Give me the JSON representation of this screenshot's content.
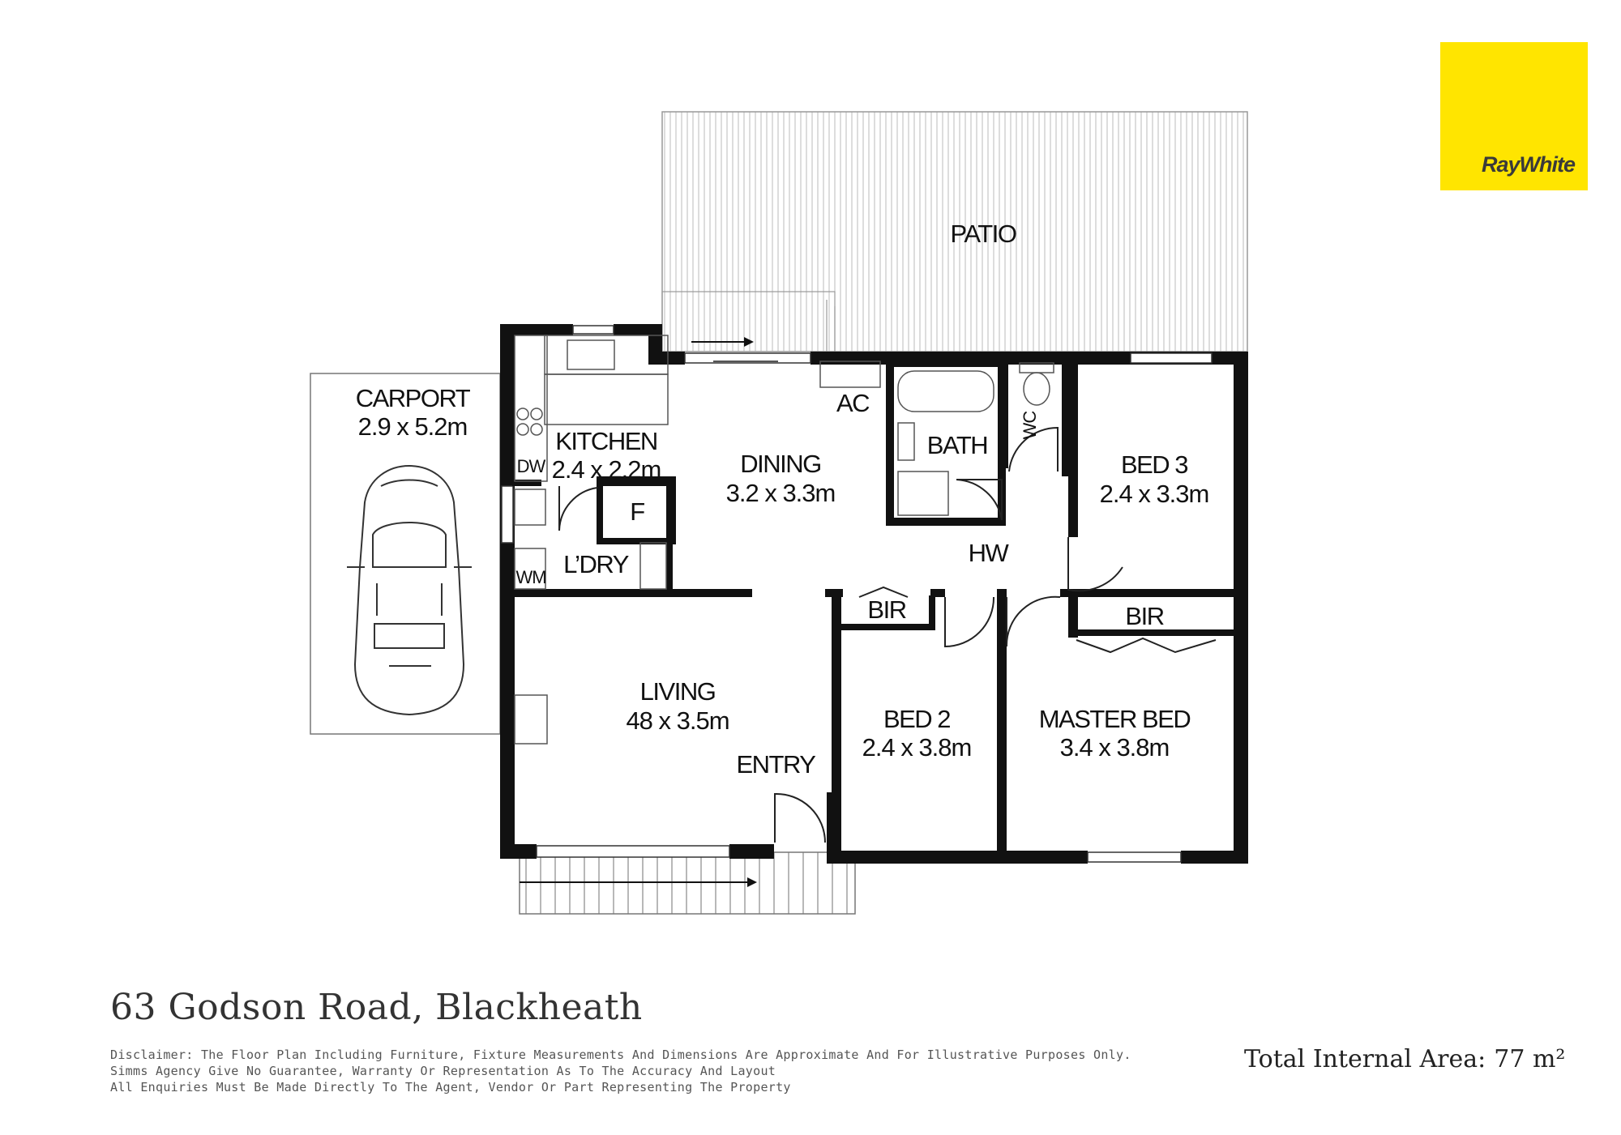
{
  "brand": {
    "logo_text": "RayWhite",
    "logo_color": "#ffe500"
  },
  "rooms": {
    "patio": {
      "label": "PATIO"
    },
    "carport": {
      "label": "CARPORT",
      "dim": "2.9 x 5.2m"
    },
    "kitchen": {
      "label": "KITCHEN",
      "dim": "2.4 x 2.2m"
    },
    "dining": {
      "label": "DINING",
      "dim": "3.2 x 3.3m"
    },
    "ac": {
      "label": "AC"
    },
    "bath": {
      "label": "BATH"
    },
    "wc": {
      "label": "WC"
    },
    "bed3": {
      "label": "BED 3",
      "dim": "2.4 x 3.3m"
    },
    "dw": {
      "label": "DW"
    },
    "fridge": {
      "label": "F"
    },
    "laundry": {
      "label": "L’DRY"
    },
    "wm": {
      "label": "WM"
    },
    "hw": {
      "label": "HW"
    },
    "bir_left": {
      "label": "BIR"
    },
    "bir_right": {
      "label": "BIR"
    },
    "living": {
      "label": "LIVING",
      "dim": "48 x 3.5m"
    },
    "entry": {
      "label": "ENTRY"
    },
    "bed2": {
      "label": "BED 2",
      "dim": "2.4 x 3.8m"
    },
    "master": {
      "label": "MASTER BED",
      "dim": "3.4 x 3.8m"
    }
  },
  "footer": {
    "address": "63 Godson Road, Blackheath",
    "disclaimer_lines": [
      "Disclaimer: The Floor Plan Including Furniture, Fixture Measurements And Dimensions Are Approximate And For Illustrative Purposes Only.",
      "Simms Agency Give No Guarantee, Warranty Or Representation As To The Accuracy And Layout",
      "All Enquiries Must Be Made Directly To The Agent, Vendor Or Part Representing The Property"
    ],
    "area_label": "Total Internal Area:",
    "area_value": "77 m²"
  }
}
